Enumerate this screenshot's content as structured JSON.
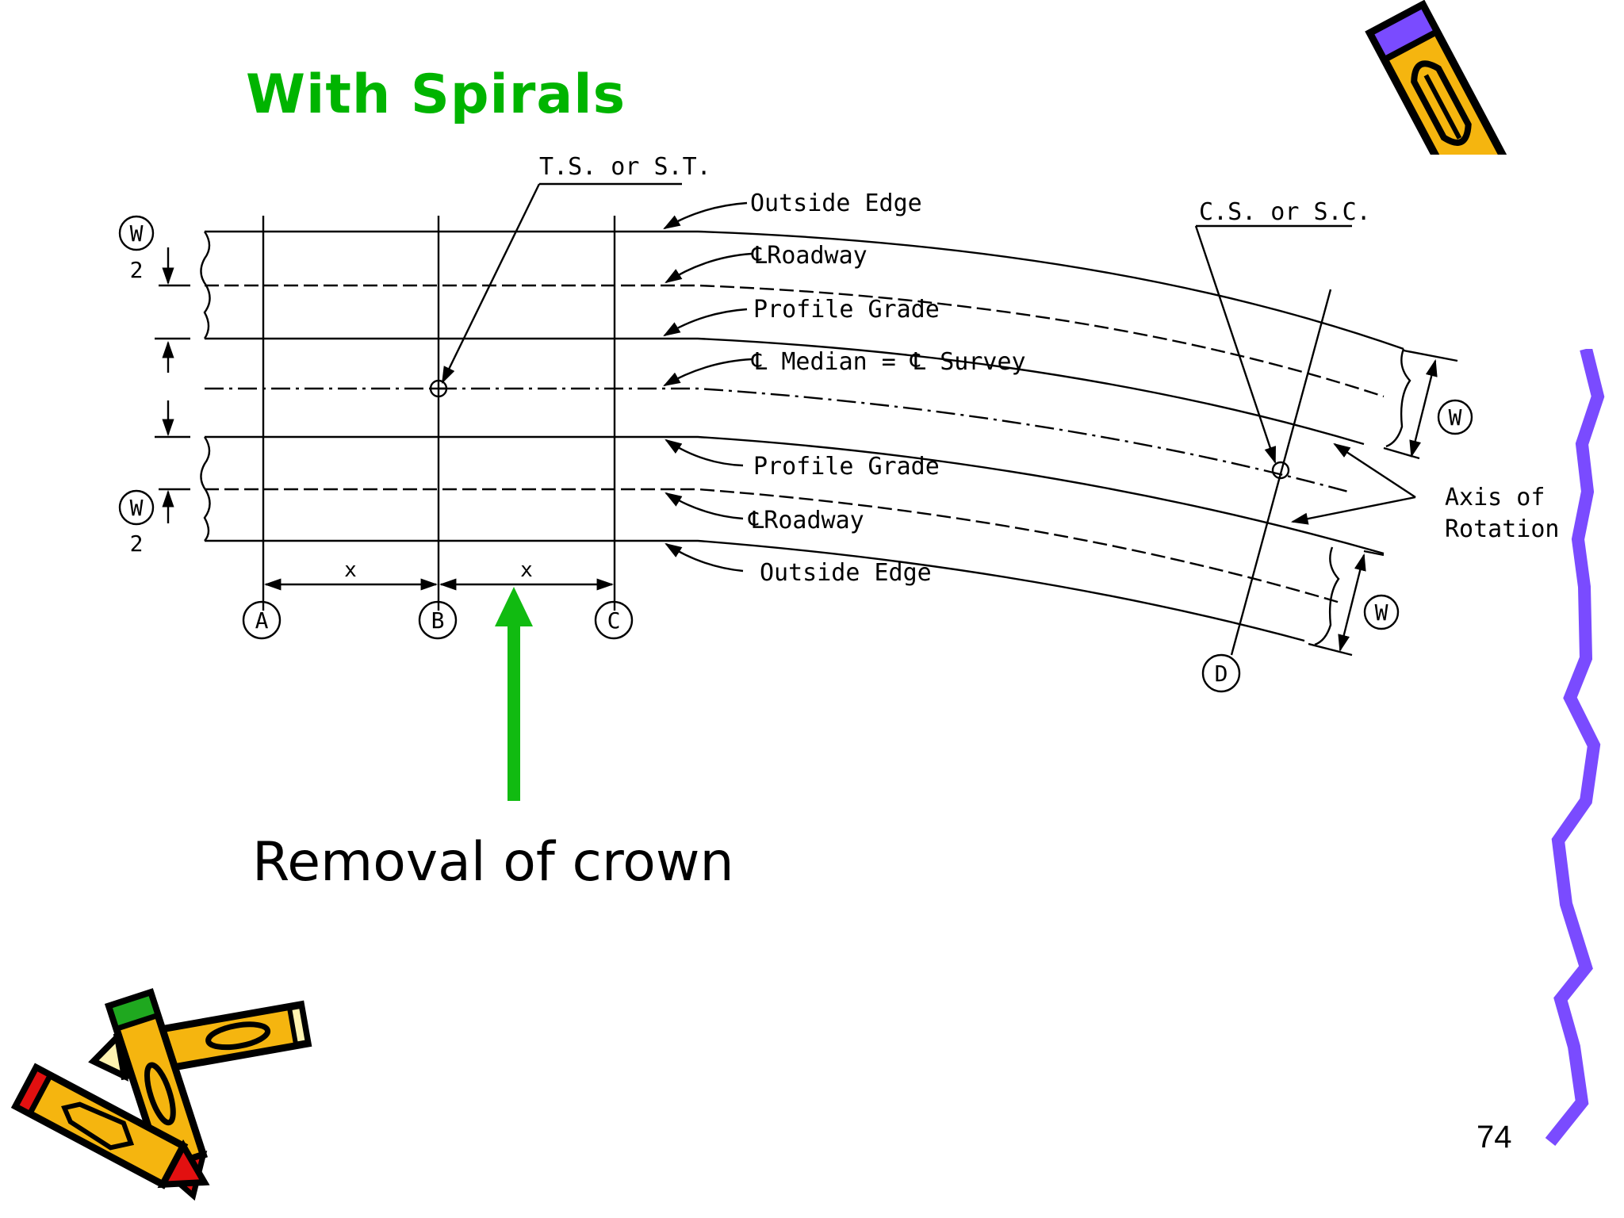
{
  "slide": {
    "title": "With Spirals",
    "caption": "Removal of crown",
    "page_number": "74",
    "colors": {
      "title": "#00b400",
      "arrow": "#11bb11",
      "ink": "#000000"
    }
  },
  "diagram": {
    "labels": {
      "ts_st": "T.S. or S.T.",
      "cs_sc": "C.S. or S.C.",
      "outside_edge_top": "Outside Edge",
      "cl_roadway_top": "Roadway",
      "profile_grade_top": "Profile Grade",
      "median_survey": "Median = ",
      "survey": "Survey",
      "profile_grade_bottom": "Profile Grade",
      "cl_roadway_bottom": "Roadway",
      "outside_edge_bottom": "Outside Edge",
      "axis_of": "Axis of",
      "rotation": "Rotation",
      "w": "W",
      "two": "2",
      "x_left": "x",
      "x_right": "x",
      "station_a": "A",
      "station_b": "B",
      "station_c": "C",
      "station_d": "D"
    }
  },
  "icons": [
    "pencil-icon",
    "crayon-cluster-icon",
    "squiggle-border-icon"
  ]
}
